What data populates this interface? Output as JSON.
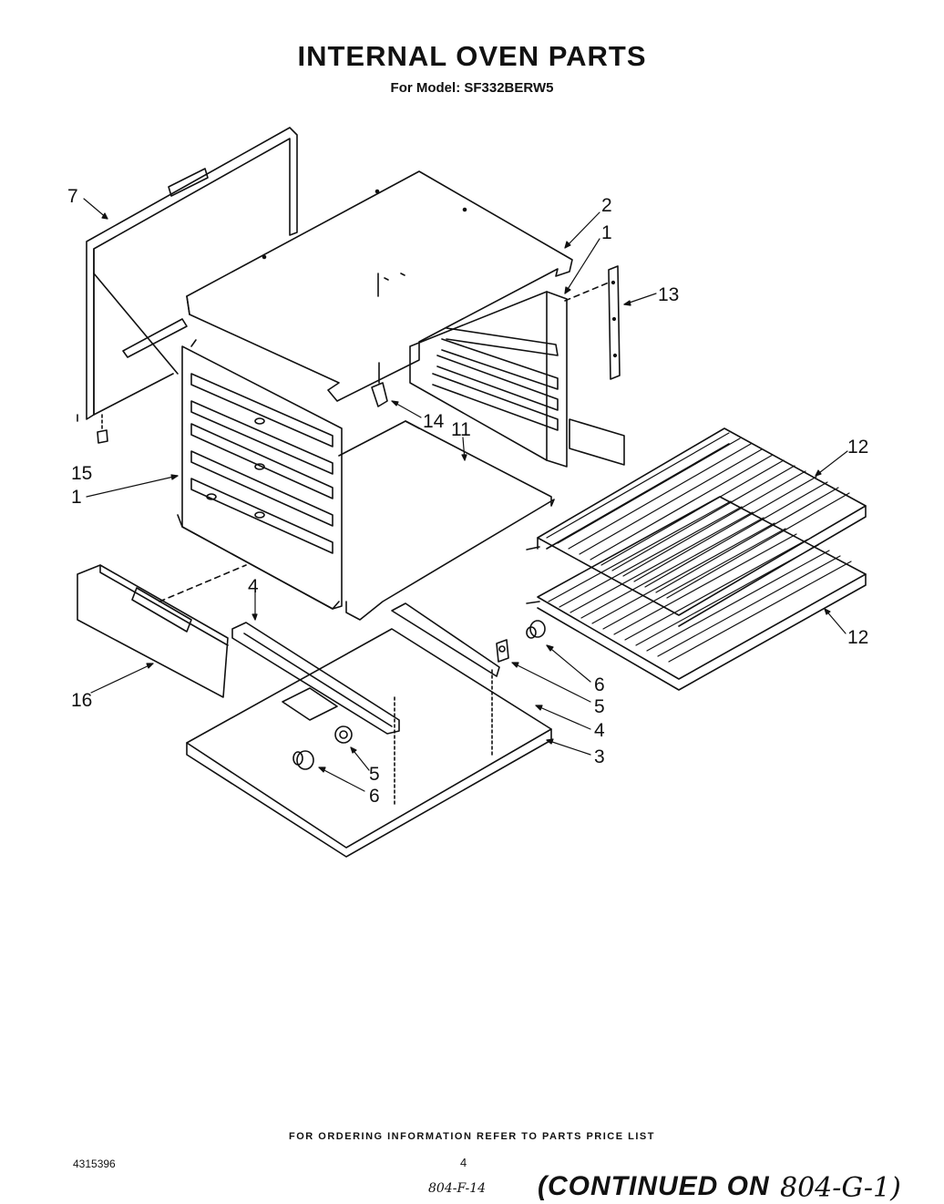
{
  "header": {
    "title": "INTERNAL OVEN PARTS",
    "subtitle": "For Model: SF332BERW5"
  },
  "callouts": [
    {
      "id": "c7",
      "text": "7"
    },
    {
      "id": "c2",
      "text": "2"
    },
    {
      "id": "c1a",
      "text": "1"
    },
    {
      "id": "c13",
      "text": "13"
    },
    {
      "id": "c14",
      "text": "14"
    },
    {
      "id": "c11",
      "text": "11"
    },
    {
      "id": "c15",
      "text": "15"
    },
    {
      "id": "c1b",
      "text": "1"
    },
    {
      "id": "c12a",
      "text": "12"
    },
    {
      "id": "c12b",
      "text": "12"
    },
    {
      "id": "c4a",
      "text": "4"
    },
    {
      "id": "c16",
      "text": "16"
    },
    {
      "id": "c6a",
      "text": "6"
    },
    {
      "id": "c5a",
      "text": "5"
    },
    {
      "id": "c4b",
      "text": "4"
    },
    {
      "id": "c3",
      "text": "3"
    },
    {
      "id": "c5b",
      "text": "5"
    },
    {
      "id": "c6b",
      "text": "6"
    }
  ],
  "footer": {
    "ordering_note": "FOR ORDERING INFORMATION REFER TO PARTS PRICE LIST",
    "document_number": "4315396",
    "page_number": "4",
    "handwritten_ref": "804-F-14",
    "continued_label": "(CONTINUED ON",
    "continued_ref": "804-G-1)"
  }
}
